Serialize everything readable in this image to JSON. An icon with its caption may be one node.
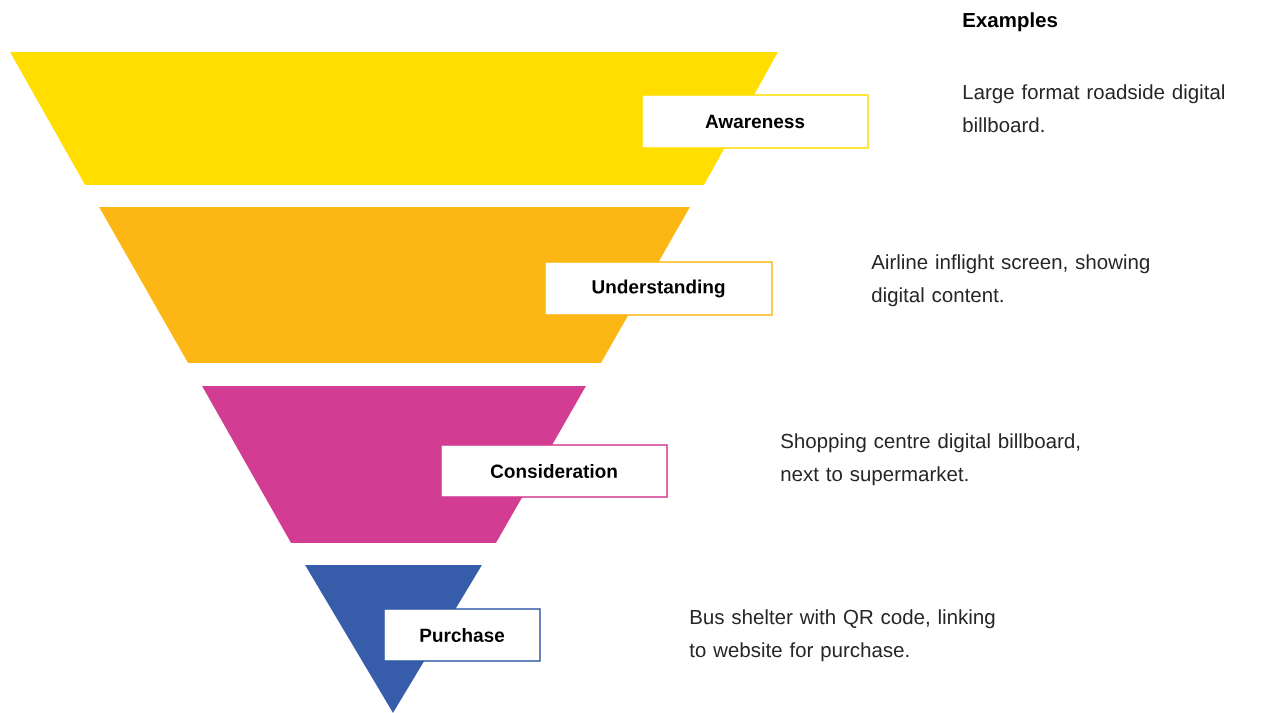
{
  "diagram": {
    "nodes": [
      {
        "text": [
          "Awareness"
        ]
      },
      {
        "text": [
          "Understanding"
        ]
      },
      {
        "text": [
          "Consideration"
        ]
      },
      {
        "text": [
          "Purchase"
        ]
      }
    ],
    "labels": [
      "Examples",
      "Large format roadside digital billboard.",
      "Airline inflight screen, showing digital content.",
      "Shopping centre digital billboard, next to supermarket.",
      "Bus shelter with QR code, linking to website for purchase."
    ]
  }
}
